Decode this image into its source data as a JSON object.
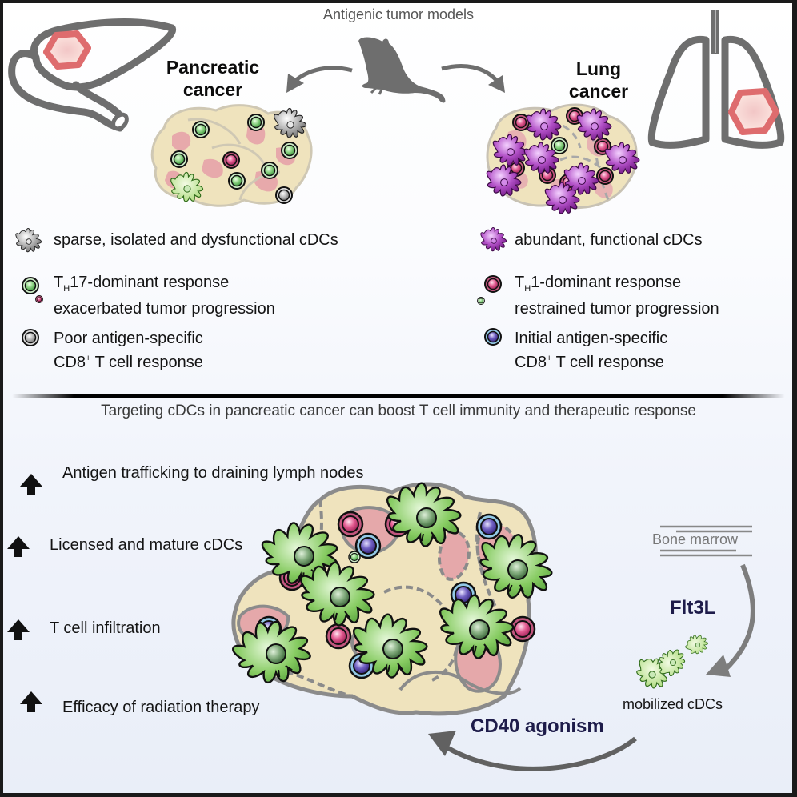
{
  "top_title": "Antigenic tumor models",
  "models": {
    "left": {
      "line1": "Pancreatic",
      "line2": "cancer",
      "organ": "pancreas-icon"
    },
    "right": {
      "line1": "Lung",
      "line2": "cancer",
      "organ": "lungs-icon"
    },
    "center_icon": "mouse-icon"
  },
  "legend_left": [
    {
      "icon": "grey-dendritic-cell-icon",
      "text": "sparse, isolated and dysfunctional cDCs"
    },
    {
      "icon": "green-t-cell-icon",
      "prefix": "T",
      "subscript": "H",
      "text": "17-dominant response",
      "line2": "exacerbated tumor progression"
    },
    {
      "icon": "grey-t-cell-icon",
      "text": "Poor antigen-specific",
      "line2_prefix": "CD8",
      "line2_sup": "+",
      "line2": " T cell response"
    }
  ],
  "legend_right": [
    {
      "icon": "purple-dendritic-cell-icon",
      "text": "abundant, functional cDCs"
    },
    {
      "icon": "pink-t-cell-icon",
      "prefix": "T",
      "subscript": "H",
      "text": "1-dominant response",
      "line2": "restrained tumor progression"
    },
    {
      "icon": "blue-t-cell-icon",
      "text": "Initial antigen-specific",
      "line2_prefix": "CD8",
      "line2_sup": "+",
      "line2": " T cell response"
    }
  ],
  "section_title": "Targeting cDCs in pancreatic cancer can boost T cell immunity and therapeutic response",
  "benefits": [
    {
      "icon": "up-arrow-icon",
      "text": "Antigen trafficking to draining lymph nodes"
    },
    {
      "icon": "up-arrow-icon",
      "text": "Licensed and mature cDCs"
    },
    {
      "icon": "up-arrow-icon",
      "text": "T cell infiltration"
    },
    {
      "icon": "up-arrow-icon",
      "text": "Efficacy of radiation therapy"
    }
  ],
  "treatment": {
    "bone_marrow": "Bone marrow",
    "flt3l": "Flt3L",
    "mobilized": "mobilized cDCs",
    "cd40": "CD40 agonism"
  },
  "colors": {
    "outline_grey": "#6e6e6e",
    "tumor_red": "#e07070",
    "stroma_cream": "#efe3bd",
    "tumor_pink": "#e7a9ab",
    "th17_green": "#7fcf78",
    "th1_pink": "#d94f86",
    "cd8_blue": "#8fc6e4",
    "cdc_purple": "#a23fb5",
    "cdc_green": "#72bf4c",
    "label_navy": "#1e1c4a"
  }
}
